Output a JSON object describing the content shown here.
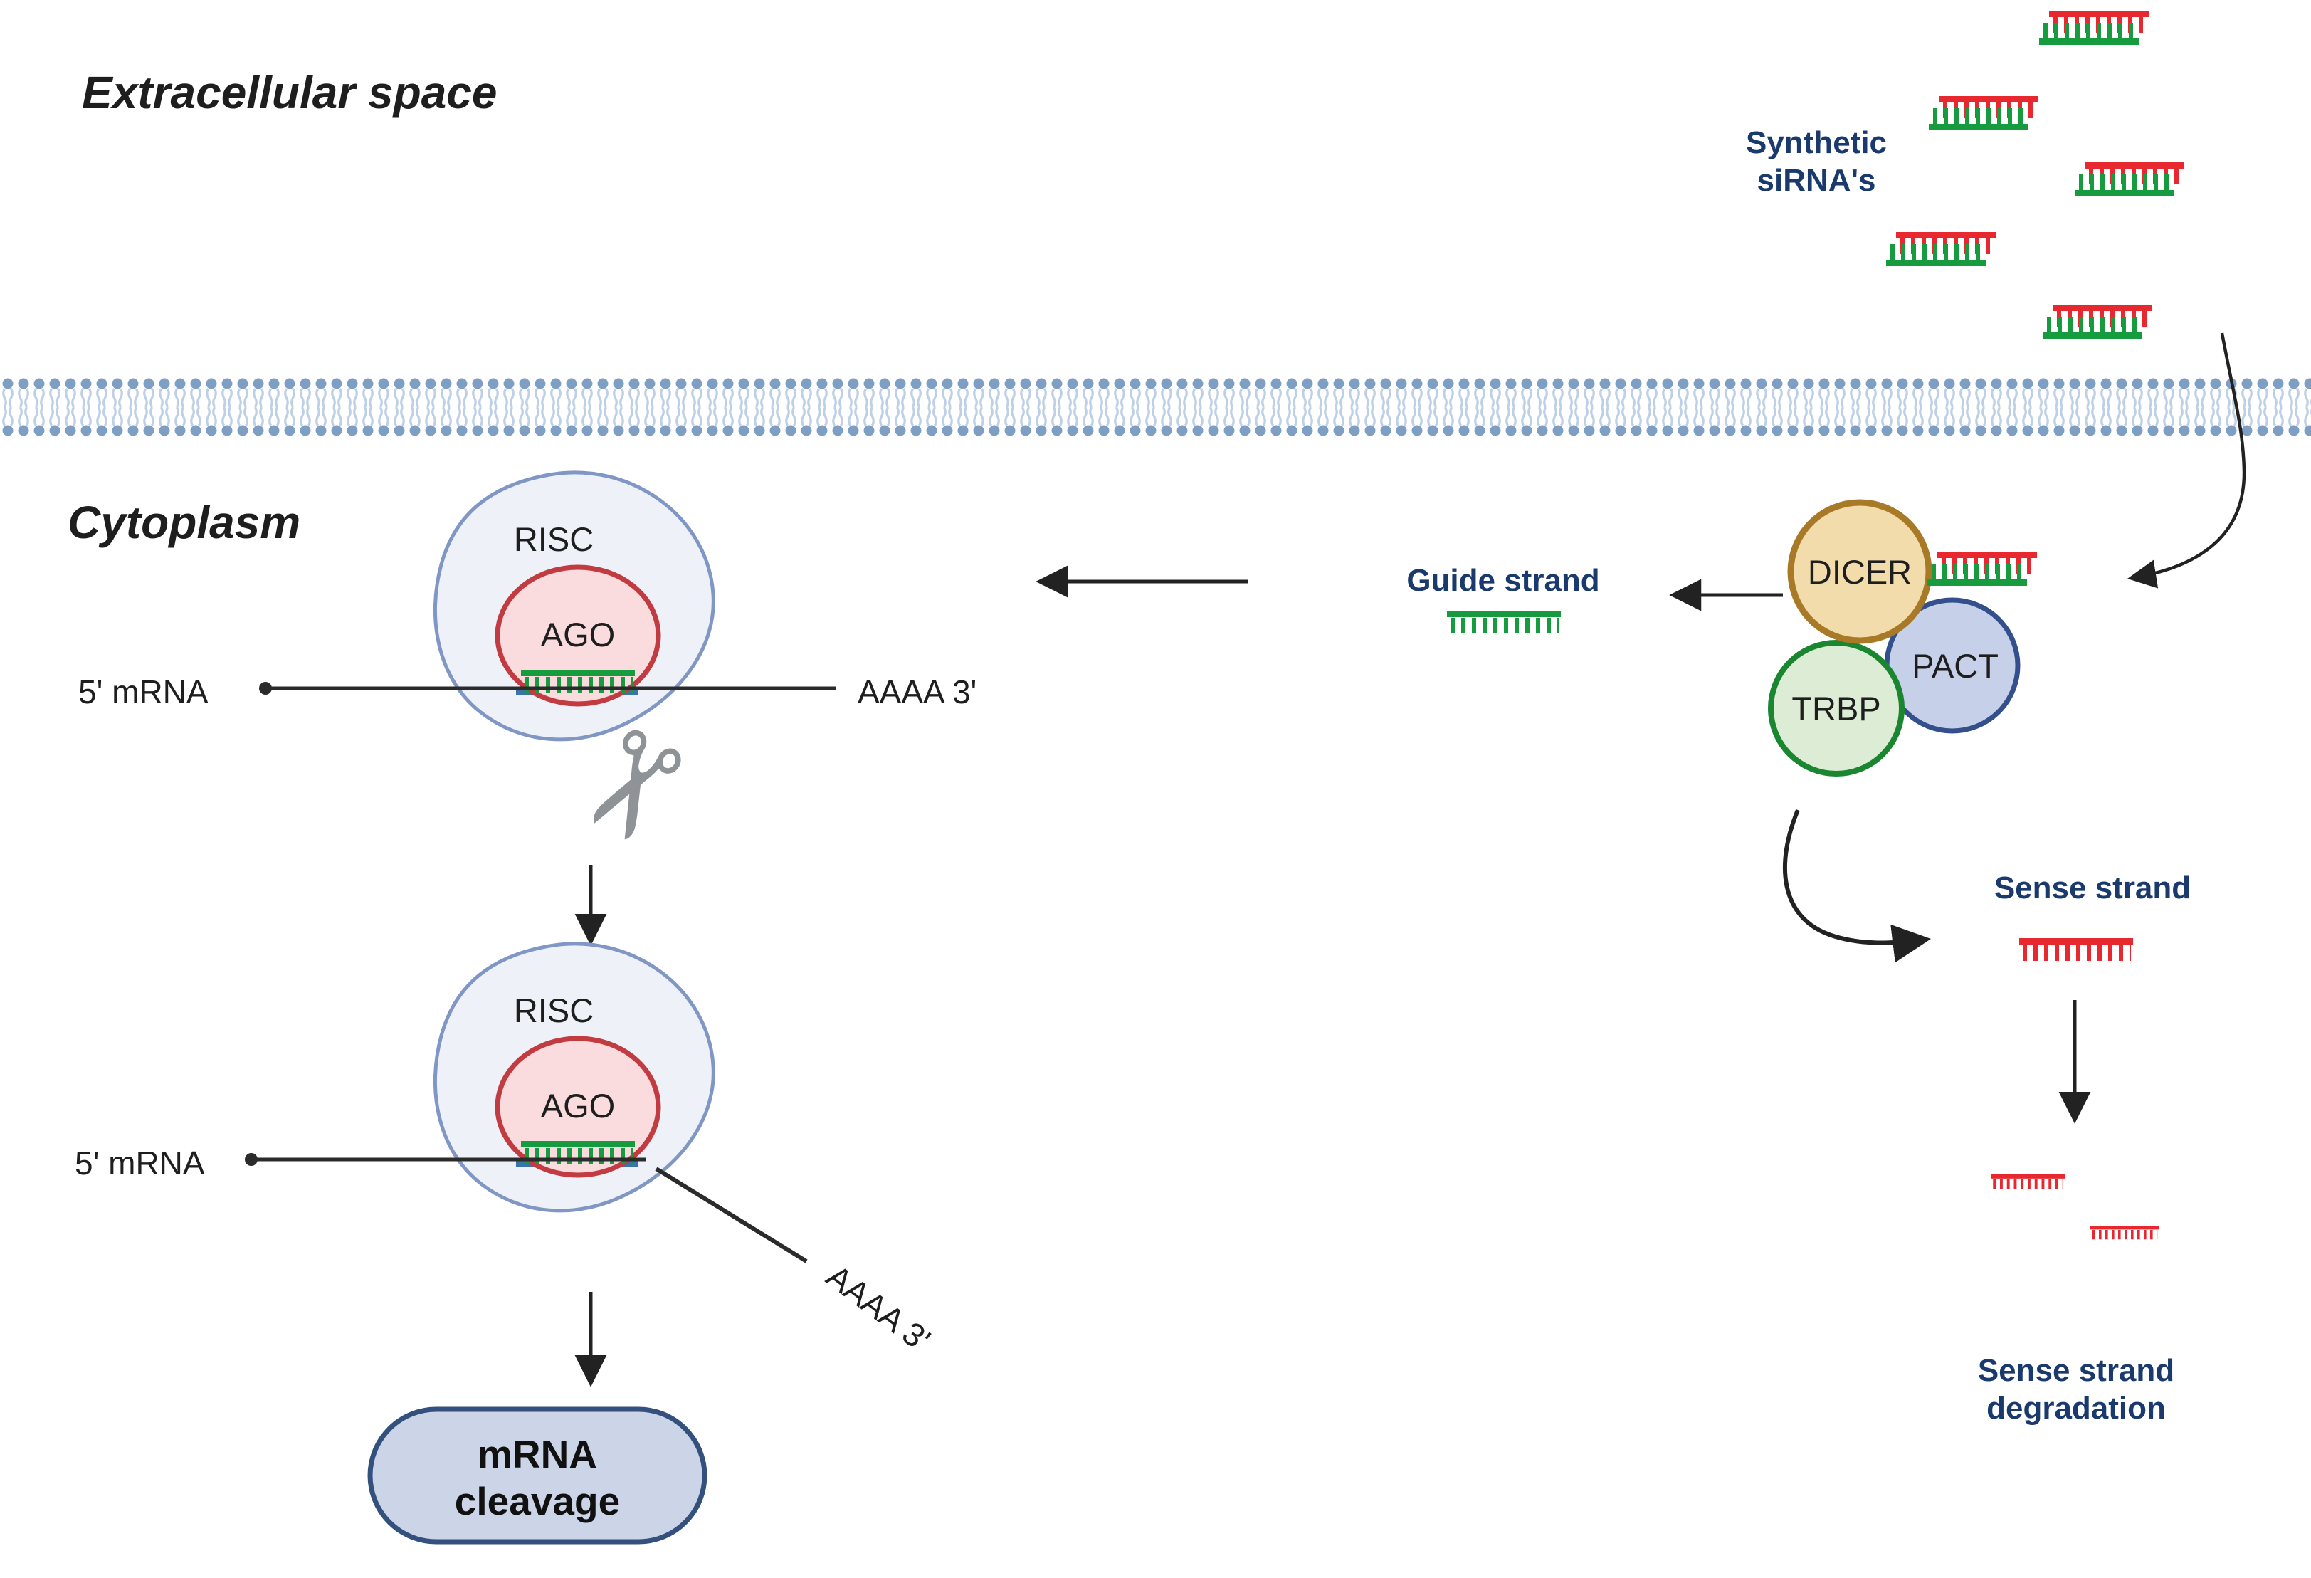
{
  "compartments": {
    "extracellular": "Extracellular space",
    "cytoplasm": "Cytoplasm"
  },
  "labels": {
    "synthetic_sirna_line1": "Synthetic",
    "synthetic_sirna_line2": "siRNA's",
    "guide_strand": "Guide strand",
    "sense_strand": "Sense strand",
    "sense_degradation_line1": "Sense strand",
    "sense_degradation_line2": "degradation",
    "mrna_5prime": "5' mRNA",
    "mrna_3prime": "AAAA 3'",
    "mrna_cleavage_line1": "mRNA",
    "mrna_cleavage_line2": "cleavage"
  },
  "proteins": {
    "dicer": "DICER",
    "pact": "PACT",
    "trbp": "TRBP",
    "risc": "RISC",
    "ago": "AGO"
  },
  "icons": {
    "scissors": "✂",
    "sirna_duplex": "red sense strand annealed to green guide strand",
    "guide_strand_icon": "green single strand comb",
    "sense_strand_icon": "red single strand comb"
  },
  "colors": {
    "sense_red": "#e8282f",
    "guide_green": "#169c3e",
    "label_navy": "#1a3a6d",
    "dicer_fill": "#f2dcab",
    "dicer_stroke": "#a87a28",
    "pact_fill": "#c6d0e8",
    "pact_stroke": "#33508c",
    "trbp_fill": "#dcecd5",
    "trbp_stroke": "#1a8630",
    "risc_fill": "#eef2f8",
    "risc_stroke": "#8097c5",
    "ago_fill": "#fadcdf",
    "ago_stroke": "#c23b40",
    "membrane_head": "#7f9ec4",
    "membrane_tail": "#bed0e6",
    "cleavage_fill": "#ccd5e8",
    "cleavage_stroke": "#34517e",
    "mrna_black": "#2b2b2b",
    "target_blue": "#3a74a8",
    "scissors_gray": "#8e9398"
  }
}
